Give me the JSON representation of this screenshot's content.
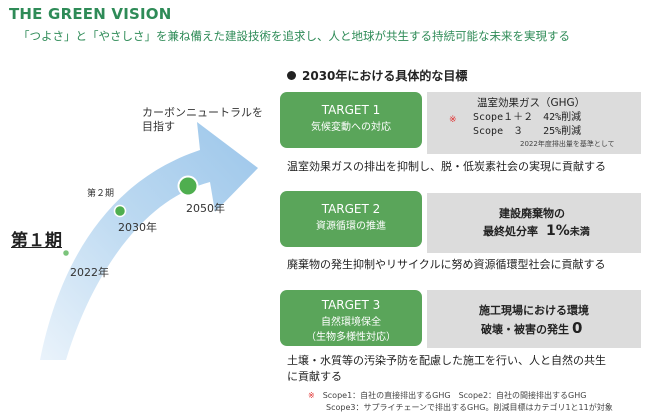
{
  "header": {
    "title": "THE GREEN VISION",
    "tagline": "「つよさ」と「やさしさ」を兼ね備えた建設技術を追求し、人と地球が共生する持続可能な未来を実現する"
  },
  "timeline": {
    "phase1": "第１期",
    "phase2": "第２期",
    "year_2022": "2022年",
    "year_2030": "2030年",
    "year_2050": "2050年",
    "carbon_neutral_line1": "カーボンニュートラルを",
    "carbon_neutral_line2": "目指す"
  },
  "goals_heading": "2030年における具体的な目標",
  "targets": [
    {
      "label": "TARGET 1",
      "sub": "気候変動への対応",
      "goal_title": "温室効果ガス（GHG）",
      "mark": "※",
      "line1": "Scope１＋２　42%削減",
      "line2": "Scope　３　　25%削減",
      "note": "2022年度排出量を基準として",
      "description": "温室効果ガスの排出を抑制し、脱・低炭素社会の実現に貢献する"
    },
    {
      "label": "TARGET 2",
      "sub": "資源循環の推進",
      "goal_title": "建設廃棄物の",
      "goal_prefix": "最終処分率",
      "goal_value": "1%",
      "goal_suffix": "未満",
      "description": "廃棄物の発生抑制やリサイクルに努め資源循環型社会に貢献する"
    },
    {
      "label": "TARGET 3",
      "sub1": "自然環境保全",
      "sub2": "（生物多様性対応）",
      "goal_title": "施工現場における環境",
      "goal_prefix": "破壊・被害の発生",
      "goal_value": "0",
      "description_line1": "土壌・水質等の汚染予防を配慮した施工を行い、人と自然の共生",
      "description_line2": "に貢献する"
    }
  ],
  "footnote": {
    "mark": "※",
    "line1": "Scope1：自社の直接排出するGHG　Scope2：自社の間接排出するGHG",
    "line2": "Scope3：サプライチェーンで排出するGHG。削減目標はカテゴリ1と11が対象"
  },
  "colors": {
    "brand_green": "#2e8b57",
    "target_green": "#5aa55a",
    "arrow_blue": "#a8cdec",
    "goal_gray": "#dcdcdc",
    "asterisk_red": "#e03030"
  }
}
